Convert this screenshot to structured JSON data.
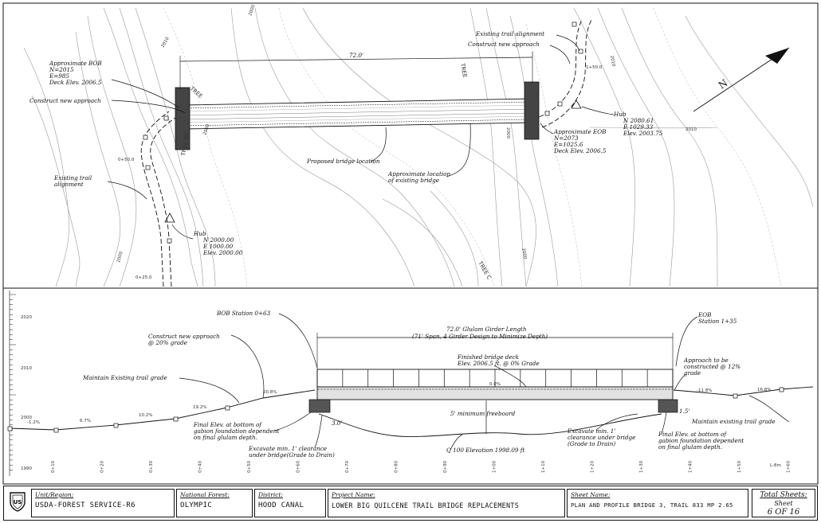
{
  "plan": {
    "dim_span": "72.0'",
    "bob_label": [
      "Approximate BOB",
      "N=2015",
      "E=985",
      "Deck Elev. 2006.5"
    ],
    "construct_new_approach_left": "Construct new approach",
    "existing_trail_left": [
      "Existing trail",
      "alignment"
    ],
    "hub_left": [
      "Hub",
      "N 2000.00",
      "E 1000.00",
      "Elev. 2000.00"
    ],
    "proposed_bridge": "Proposed bridge location",
    "existing_bridge": [
      "Approximate location",
      "of existing bridge"
    ],
    "existing_trail_right": "Existing trail alignment",
    "construct_new_approach_right": "Construct new approach",
    "eob_label": [
      "Approximate EOB",
      "N=2073",
      "E=1025.6",
      "Deck Elev. 2006.5"
    ],
    "hub_right": [
      "Hub",
      "N 2080.61",
      "E 1029.33",
      "Elev. 2003.75"
    ],
    "tree_1": "TREE",
    "tree_2": "TREE",
    "tree_3": "TREE C",
    "tree_4": "TREE BR",
    "contours": [
      "2010",
      "2000",
      "2000",
      "2010",
      "2010",
      "2000",
      "2000",
      "2000"
    ],
    "station_tags": [
      "0+50.0",
      "0+25.0",
      "1+50.0"
    ]
  },
  "profile": {
    "elev_ticks": [
      "2020",
      "2010",
      "2000",
      "1990"
    ],
    "station_ticks": [
      "0+10",
      "0+20",
      "0+30",
      "0+40",
      "0+50",
      "0+60",
      "0+70",
      "0+80",
      "0+90",
      "1+00",
      "1+10",
      "1+20",
      "1+30",
      "1+40",
      "1+50",
      "1+60"
    ],
    "end_label": "L-8m",
    "grades": [
      "-1.2%",
      "6.7%",
      "10.2%",
      "19.2%",
      "20.8%",
      "0.0%",
      "-11.8%",
      "16.8%"
    ],
    "bob_station": "BOB Station 0+63",
    "girder": [
      "72.0' Glulam Girder Length",
      "(71' Span, 4 Girder Design to Minimize Depth)"
    ],
    "eob_station": [
      "EOB",
      "Station 1+35"
    ],
    "construct_approach": [
      "Construct new approach",
      "@ 20% grade"
    ],
    "maintain_left": "Maintain Existing trail grade",
    "finished_deck": [
      "Finished bridge deck",
      "Elev. 2006.5 ft. @ 0% Grade"
    ],
    "approach_right": [
      "Approach to be",
      "constructed @ 12%",
      "grade"
    ],
    "maintain_right": "Maintain existing trail grade",
    "freeboard": "5' minimum freeboard",
    "final_elev_left": [
      "Final Elev. at bottom of",
      "gabion foundation dependent",
      "on final glulam depth."
    ],
    "dim_left": "3.0'",
    "dim_right": "1.5'",
    "excavate_left": [
      "Excavate min. 1' clearance",
      "under bridge(Grade to Drain)"
    ],
    "q100": "Q 100 Elevation 1998.09 ft",
    "excavate_right": [
      "Excavate min. 1'",
      "clearance under bridge",
      "(Grade to Drain)"
    ],
    "final_elev_right": [
      "Final Elev. at bottom of",
      "gabion foundation dependent",
      "on final glulam depth."
    ]
  },
  "titleblock": {
    "region_h": "Unit/Region:",
    "region_v": "USDA-FOREST SERVICE-R6",
    "forest_h": "National Forest:",
    "forest_v": "OLYMPIC",
    "district_h": "District:",
    "district_v": "HOOD CANAL",
    "project_h": "Project Name:",
    "project_v": "LOWER BIG QUILCENE TRAIL BRIDGE REPLACEMENTS",
    "sheet_h": "Sheet Name:",
    "sheet_v": "PLAN AND PROFILE BRIDGE 3, TRAIL 833 MP 2.65",
    "total_h": "Total Sheets:",
    "total_s": "Sheet",
    "total_v": "6 OF 16",
    "logo": "US"
  }
}
